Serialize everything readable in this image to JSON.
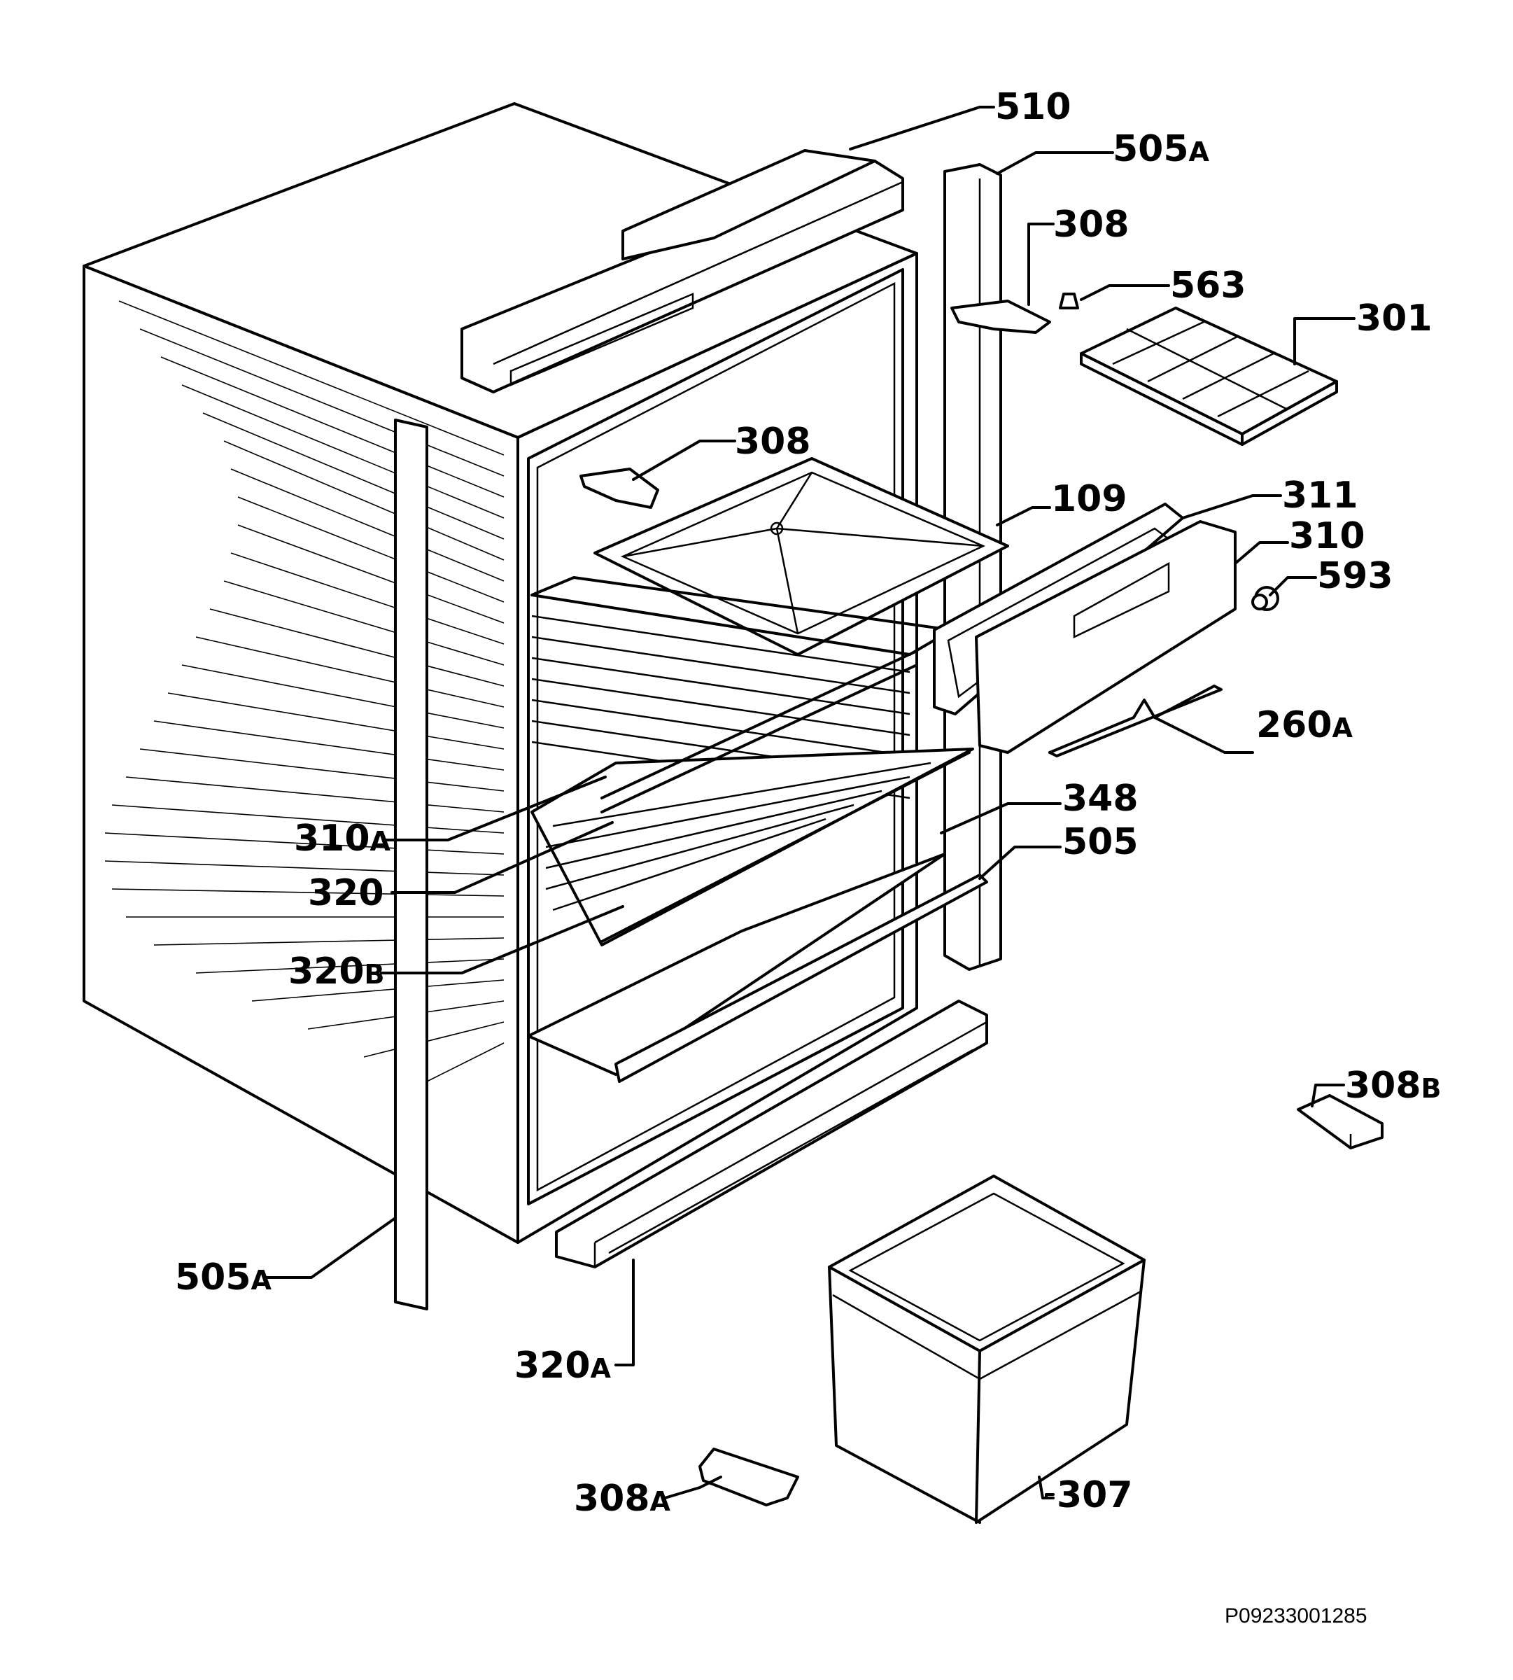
{
  "labels": {
    "l510": {
      "num": "510",
      "sfx": ""
    },
    "l505a_top": {
      "num": "505",
      "sfx": "A"
    },
    "l308_top": {
      "num": "308",
      "sfx": ""
    },
    "l563": {
      "num": "563",
      "sfx": ""
    },
    "l301": {
      "num": "301",
      "sfx": ""
    },
    "l308_mid": {
      "num": "308",
      "sfx": ""
    },
    "l109": {
      "num": "109",
      "sfx": ""
    },
    "l311": {
      "num": "311",
      "sfx": ""
    },
    "l310": {
      "num": "310",
      "sfx": ""
    },
    "l593": {
      "num": "593",
      "sfx": ""
    },
    "l260a": {
      "num": "260",
      "sfx": "A"
    },
    "l348": {
      "num": "348",
      "sfx": ""
    },
    "l505": {
      "num": "505",
      "sfx": ""
    },
    "l310a": {
      "num": "310",
      "sfx": "A"
    },
    "l320": {
      "num": "320",
      "sfx": ""
    },
    "l320b": {
      "num": "320",
      "sfx": "B"
    },
    "l308b": {
      "num": "308",
      "sfx": "B"
    },
    "l505a_bot": {
      "num": "505",
      "sfx": "A"
    },
    "l320a": {
      "num": "320",
      "sfx": "A"
    },
    "l307": {
      "num": "307",
      "sfx": ""
    },
    "l308a": {
      "num": "308",
      "sfx": "A"
    }
  },
  "reference_code": "P09233001285"
}
